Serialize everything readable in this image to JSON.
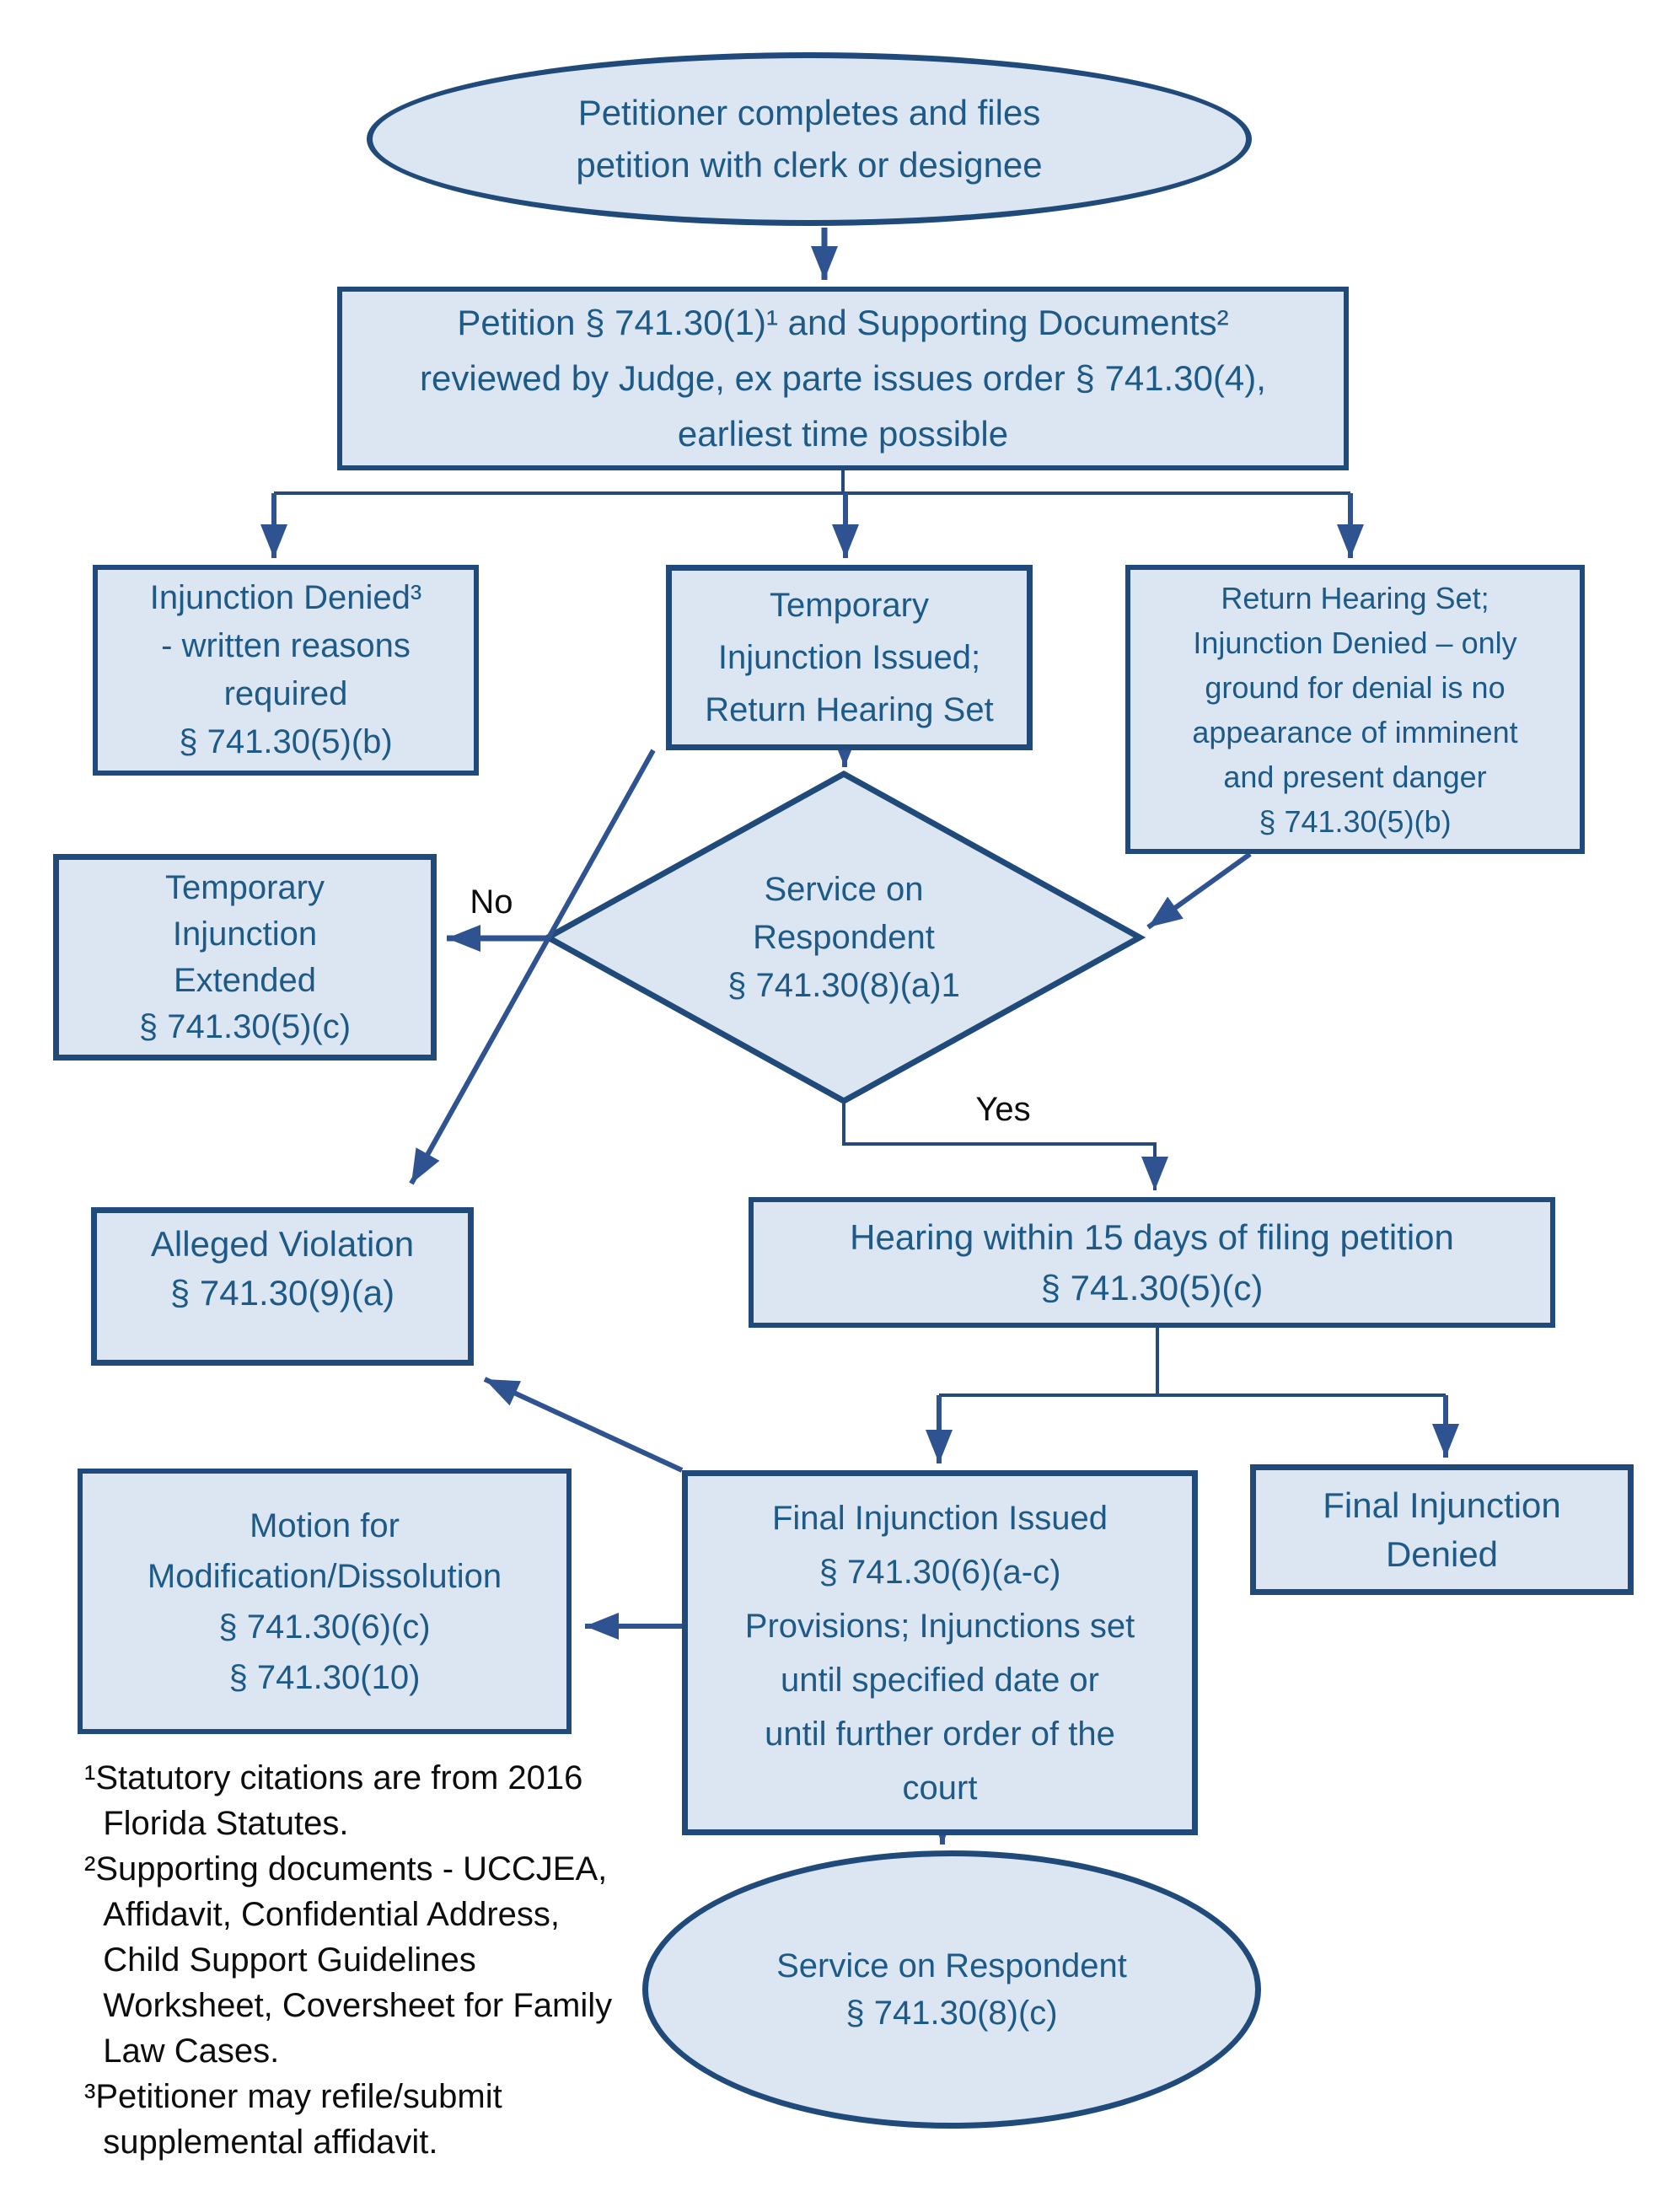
{
  "palette": {
    "node_fill": "#dce6f2",
    "node_border": "#1f4a7a",
    "node_text": "#1e5a87",
    "arrow": "#2e5390",
    "line": "#25497c",
    "note_text": "#0d0d0d"
  },
  "nodes": {
    "start": {
      "label": "Petitioner completes and files\npetition with clerk or designee"
    },
    "review": {
      "label": "Petition § 741.30(1)¹ and Supporting Documents²\nreviewed by Judge, ex parte issues order § 741.30(4),\nearliest time possible"
    },
    "injunction_denied": {
      "label": "Injunction Denied³\n- written reasons\nrequired\n§ 741.30(5)(b)"
    },
    "temp_issued": {
      "label": "Temporary\nInjunction Issued;\nReturn Hearing Set"
    },
    "return_hearing": {
      "label": "Return Hearing Set;\nInjunction Denied – only\nground for denial is no\nappearance of imminent\nand present danger\n§ 741.30(5)(b)"
    },
    "service_decision": {
      "label": "Service on\nRespondent\n§ 741.30(8)(a)1"
    },
    "temp_extended": {
      "label": "Temporary\nInjunction\nExtended\n§ 741.30(5)(c)"
    },
    "hearing_15": {
      "label": "Hearing within 15 days of filing petition\n§ 741.30(5)(c)"
    },
    "alleged_violation": {
      "label": "Alleged Violation\n§ 741.30(9)(a)"
    },
    "motion": {
      "label": "Motion for\nModification/Dissolution\n§ 741.30(6)(c)\n§ 741.30(10)"
    },
    "final_issued": {
      "label": "Final Injunction Issued\n§ 741.30(6)(a-c)\nProvisions; Injunctions set\nuntil specified date or\nuntil further order of the\ncourt"
    },
    "final_denied": {
      "label": "Final Injunction\nDenied"
    },
    "service_end": {
      "label": "Service on Respondent\n§ 741.30(8)(c)"
    }
  },
  "edge_labels": {
    "no": "No",
    "yes": "Yes"
  },
  "footnotes": "¹Statutory citations are from 2016\n  Florida Statutes.\n²Supporting documents - UCCJEA,\n  Affidavit, Confidential Address,\n  Child Support Guidelines\n  Worksheet, Coversheet for Family\n  Law Cases.\n³Petitioner may refile/submit\n  supplemental affidavit."
}
